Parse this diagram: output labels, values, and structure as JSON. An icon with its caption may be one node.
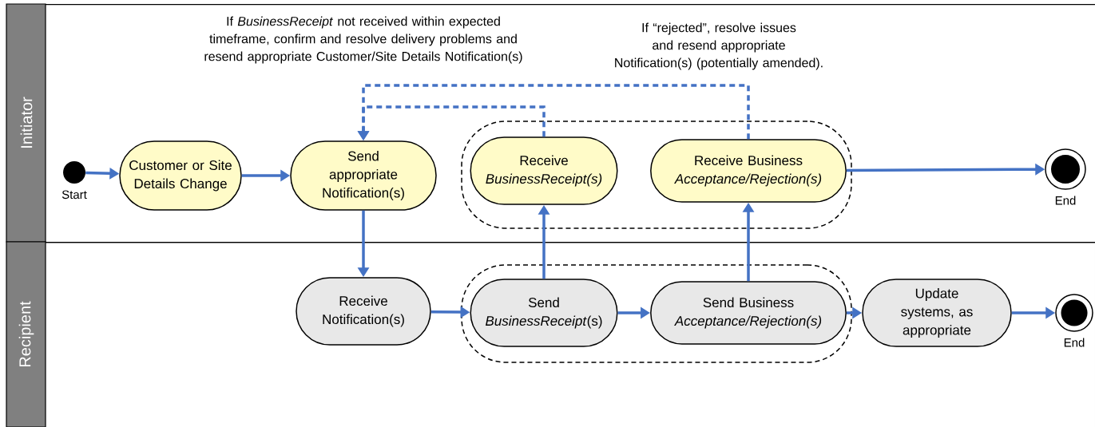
{
  "diagram": {
    "nodes": [
      {
        "text": [
          "Initiator"
        ]
      },
      {
        "text": [
          "Recipient"
        ]
      },
      {
        "text": [],
        "shape": "circle",
        "in": 0,
        "beside": [
          "Start"
        ]
      },
      {
        "text": [
          "Customer or Site Details Change"
        ],
        "in": 0
      },
      {
        "text": [
          "Send appropriate Notification(s)"
        ],
        "in": 0
      },
      {
        "text": [],
        "shape": "oval",
        "in": 0
      },
      {
        "text": [
          "Receive *BusinessReceipt(s)*"
        ],
        "in": 5
      },
      {
        "text": [
          "Receive Business *Acceptance/Rejection(s)*"
        ],
        "in": 5
      },
      {
        "text": [],
        "shape": "circle",
        "in": 0,
        "beside": [
          "End"
        ]
      },
      {
        "text": [
          "Receive Notification(s)"
        ],
        "in": 1
      },
      {
        "text": [],
        "shape": "oval",
        "in": 1
      },
      {
        "text": [
          "Send *BusinessReceipt*(s)"
        ],
        "in": 10
      },
      {
        "text": [
          "Send Business *Acceptance/Rejection(s)*"
        ],
        "in": 10
      },
      {
        "text": [
          "Update systems, as appropriate"
        ],
        "in": 1
      },
      {
        "text": [],
        "shape": "circle",
        "in": 1,
        "beside": [
          "End"
        ]
      }
    ],
    "edges": [
      {
        "from": 2,
        "to": 3,
        "arrow": "to"
      },
      {
        "from": 3,
        "to": 4,
        "arrow": "to"
      },
      {
        "from": 4,
        "to": 9,
        "arrow": "to"
      },
      {
        "from": 9,
        "to": 11,
        "arrow": "to"
      },
      {
        "from": 11,
        "to": 12,
        "arrow": "to"
      },
      {
        "from": 12,
        "to": 13,
        "arrow": "to"
      },
      {
        "from": 13,
        "to": 14,
        "arrow": "to"
      },
      {
        "from": 11,
        "to": 6,
        "arrow": "to"
      },
      {
        "from": 12,
        "to": 7,
        "arrow": "to"
      },
      {
        "from": 7,
        "to": 8,
        "arrow": "to"
      },
      {
        "from": 6,
        "to": 4,
        "arrow": "to",
        "style": "dashed"
      },
      {
        "from": 7,
        "to": 4,
        "arrow": "to",
        "style": "dashed"
      }
    ],
    "labels": [
      "If *BusinessReceipt* not received within expected timeframe, confirm and resolve delivery problems and resend appropriate Customer/Site Details Notification(s)",
      "If “rejected”, resolve issues and resend appropriate Notification(s) (potentially amended)."
    ]
  }
}
